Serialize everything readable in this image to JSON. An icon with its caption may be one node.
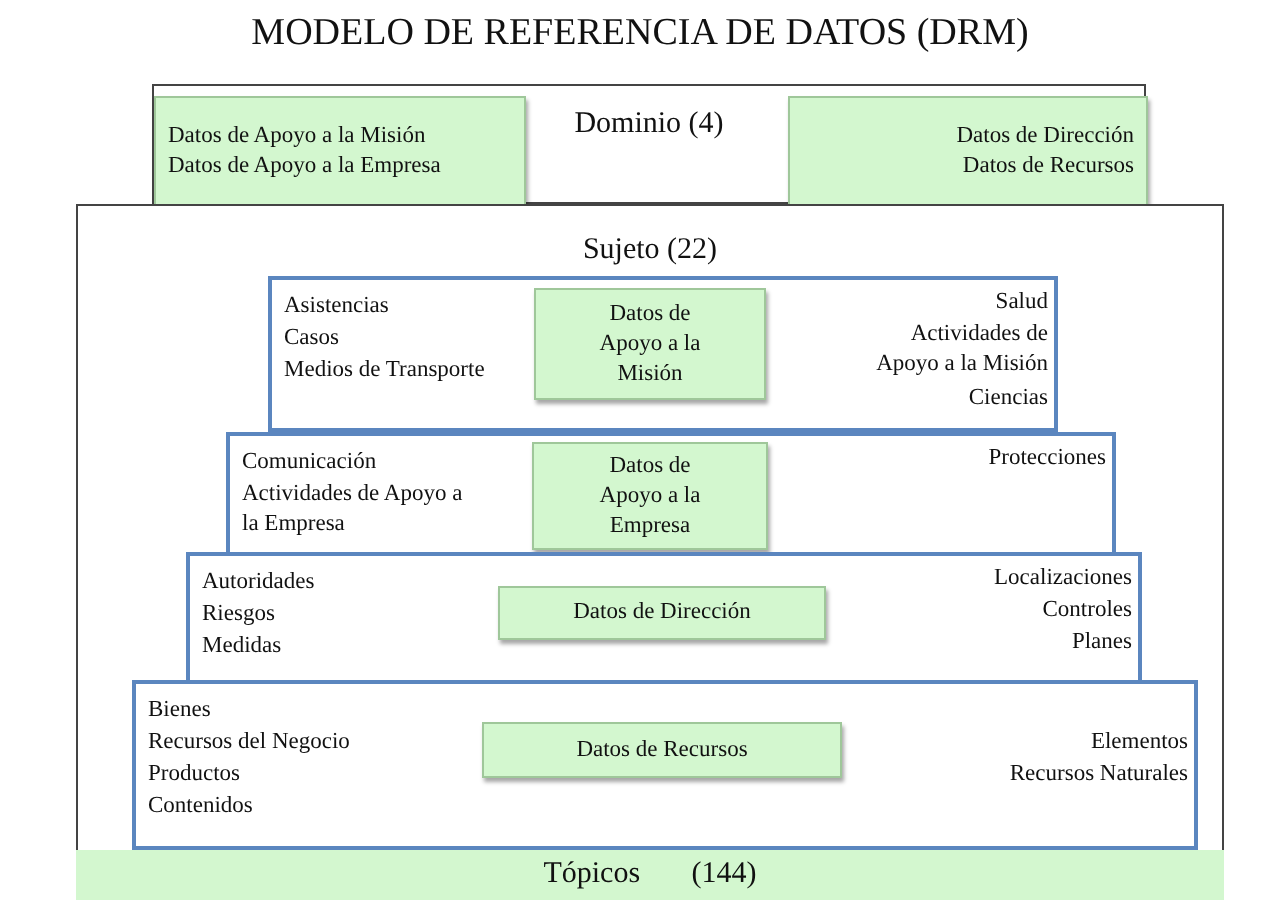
{
  "diagram": {
    "title": "MODELO DE REFERENCIA DE DATOS (DRM)",
    "nodes": [
      {
        "text": [
          "Dominio (4)"
        ]
      },
      {
        "text": [
          "Datos de Apoyo a la Misión",
          "Datos de Apoyo a la Empresa"
        ],
        "in": 0
      },
      {
        "text": [
          "Datos de Dirección",
          "Datos de Recursos"
        ],
        "in": 0
      },
      {
        "text": [
          "Sujeto (22)"
        ]
      },
      {
        "text": [
          "Asistencias",
          "Casos",
          "Medios de Transporte",
          "Salud",
          "Actividades de Apoyo a la Misión",
          "Ciencias"
        ],
        "in": 3
      },
      {
        "text": [
          "Datos de Apoyo a la Misión"
        ],
        "in": 4
      },
      {
        "text": [
          "Comunicación",
          "Actividades de Apoyo a la Empresa",
          "Protecciones"
        ],
        "in": 3
      },
      {
        "text": [
          "Datos de Apoyo a la Empresa"
        ],
        "in": 6
      },
      {
        "text": [
          "Autoridades",
          "Riesgos",
          "Medidas",
          "Localizaciones",
          "Controles",
          "Planes"
        ],
        "in": 3
      },
      {
        "text": [
          "Datos de Dirección"
        ],
        "in": 8
      },
      {
        "text": [
          "Bienes",
          "Recursos del Negocio",
          "Productos",
          "Contenidos",
          "Elementos",
          "Recursos Naturales"
        ],
        "in": 3
      },
      {
        "text": [
          "Datos de Recursos"
        ],
        "in": 10
      },
      {
        "text": [
          "Tópicos (144)"
        ]
      }
    ],
    "edges": []
  }
}
